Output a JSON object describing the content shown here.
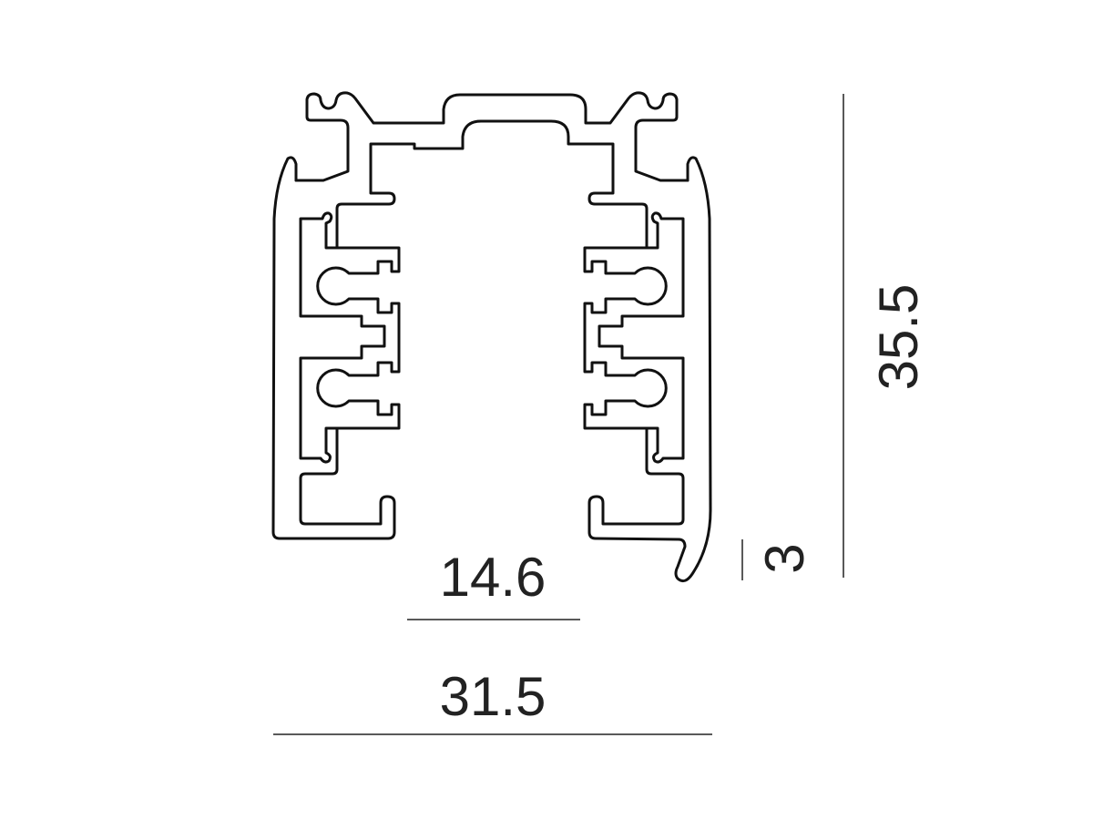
{
  "drawing": {
    "line_color": "#111111",
    "dimensions": {
      "inner_width": "14.6",
      "outer_width": "31.5",
      "lip_height": "3",
      "total_height": "35.5"
    }
  }
}
